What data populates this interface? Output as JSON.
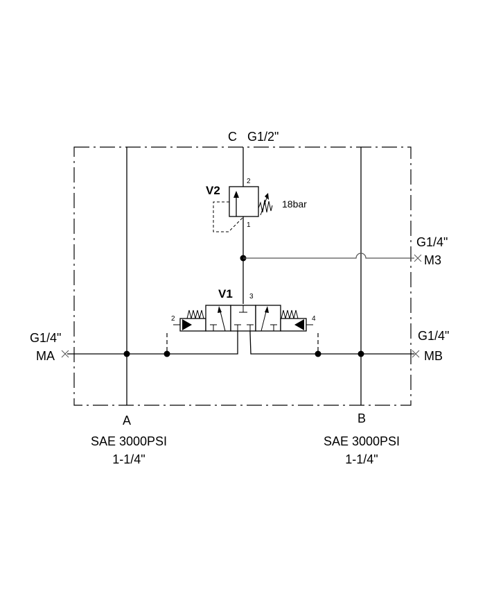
{
  "diagram": {
    "type": "hydraulic-schematic",
    "ports": {
      "C": {
        "name": "C",
        "size": "G1/2\""
      },
      "M3": {
        "name": "M3",
        "size": "G1/4\""
      },
      "MA": {
        "name": "MA",
        "size": "G1/4\""
      },
      "MB": {
        "name": "MB",
        "size": "G1/4\""
      },
      "A": {
        "name": "A",
        "spec": "SAE 3000PSI",
        "size": "1-1/4\""
      },
      "B": {
        "name": "B",
        "spec": "SAE 3000PSI",
        "size": "1-1/4\""
      }
    },
    "valves": {
      "V2": {
        "label": "V2",
        "setting": "18bar",
        "port_top": "2",
        "port_bottom": "1"
      },
      "V1": {
        "label": "V1",
        "port_top": "3",
        "pilot_left": "2",
        "pilot_right": "4"
      }
    },
    "colors": {
      "line": "#000000",
      "background": "#ffffff",
      "m3_line": "#555555"
    }
  }
}
